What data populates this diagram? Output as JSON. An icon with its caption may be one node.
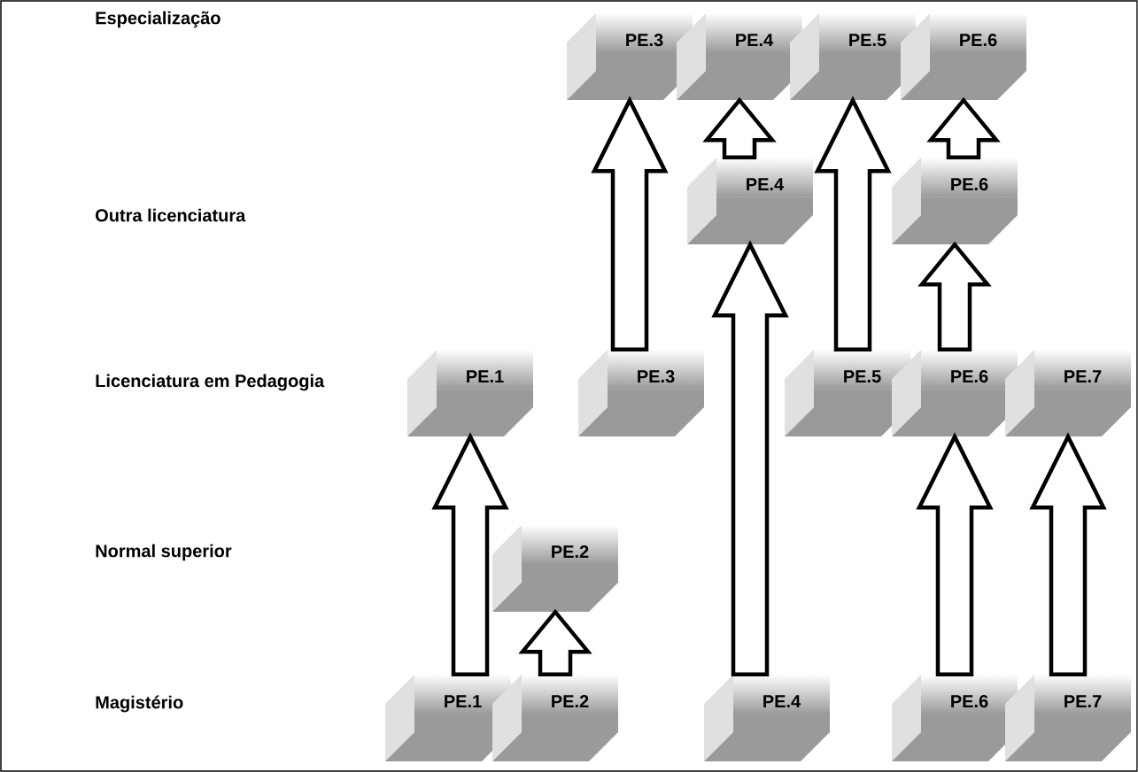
{
  "diagram": {
    "nodes": [
      {
        "text": [
          "PE.3"
        ]
      },
      {
        "text": [
          "PE.4"
        ]
      },
      {
        "text": [
          "PE.5"
        ]
      },
      {
        "text": [
          "PE.6"
        ]
      },
      {
        "text": [
          "PE.4"
        ]
      },
      {
        "text": [
          "PE.6"
        ]
      },
      {
        "text": [
          "PE.1"
        ]
      },
      {
        "text": [
          "PE.3"
        ]
      },
      {
        "text": [
          "PE.5"
        ]
      },
      {
        "text": [
          "PE.6"
        ]
      },
      {
        "text": [
          "PE.7"
        ]
      },
      {
        "text": [
          "PE.2"
        ]
      },
      {
        "text": [
          "PE.1"
        ]
      },
      {
        "text": [
          "PE.2"
        ]
      },
      {
        "text": [
          "PE.4"
        ]
      },
      {
        "text": [
          "PE.6"
        ]
      },
      {
        "text": [
          "PE.7"
        ]
      }
    ],
    "edges": [
      {
        "from": 12,
        "to": 6,
        "arrow": "to"
      },
      {
        "from": 13,
        "to": 11,
        "arrow": "to"
      },
      {
        "from": 14,
        "to": 4,
        "arrow": "to"
      },
      {
        "from": 4,
        "to": 1,
        "arrow": "to"
      },
      {
        "from": 7,
        "to": 0,
        "arrow": "to"
      },
      {
        "from": 8,
        "to": 2,
        "arrow": "to"
      },
      {
        "from": 9,
        "to": 5,
        "arrow": "to"
      },
      {
        "from": 5,
        "to": 3,
        "arrow": "to"
      },
      {
        "from": 15,
        "to": 9,
        "arrow": "to"
      },
      {
        "from": 16,
        "to": 10,
        "arrow": "to"
      }
    ],
    "labels": [
      "Especialização",
      "Outra licenciatura",
      "Licenciatura em Pedagogia",
      "Normal superior",
      "Magistério"
    ]
  }
}
